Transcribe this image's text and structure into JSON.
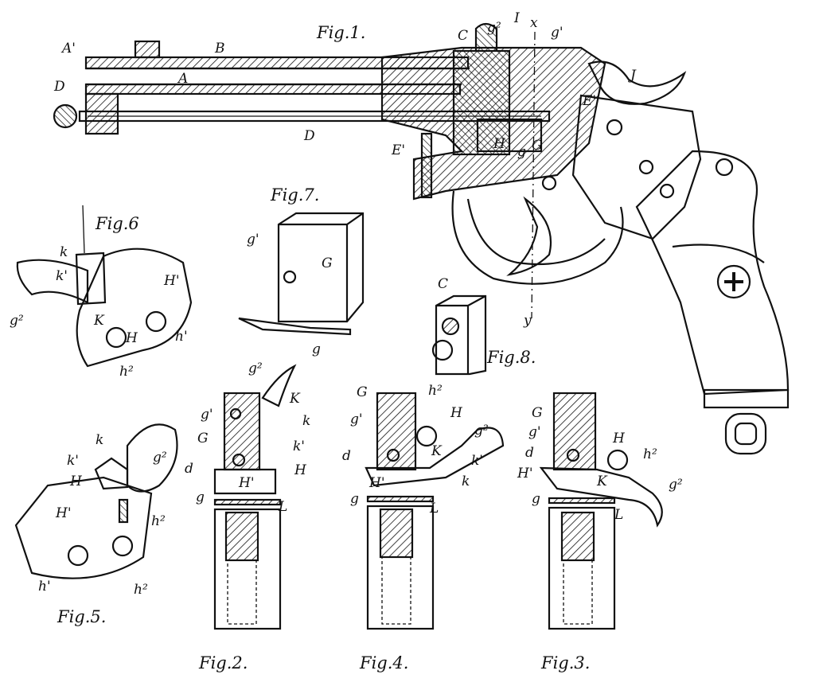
{
  "figures": {
    "fig1": "Fig.1.",
    "fig2": "Fig.2.",
    "fig3": "Fig.3.",
    "fig4": "Fig.4.",
    "fig5": "Fig.5.",
    "fig6": "Fig.6",
    "fig7": "Fig.7.",
    "fig8": "Fig.8."
  },
  "labels": {
    "A_prime": "A'",
    "B": "B",
    "A": "A",
    "D": "D",
    "D2": "D",
    "C": "C",
    "g2": "g²",
    "I": "I",
    "x": "x",
    "g_prime": "g'",
    "J": "J",
    "E_prime": "E'",
    "E": "E'",
    "H": "H",
    "g": "g",
    "G": "G",
    "y": "y",
    "f6_k": "k",
    "f6_k_prime": "k'",
    "f6_g2": "g²",
    "f6_K": "K",
    "f6_H": "H",
    "f6_H_prime": "H'",
    "f6_h_prime": "h'",
    "f6_h2": "h²",
    "f7_g_prime": "g'",
    "f7_G": "G",
    "f7_g": "g",
    "f8_C": "C",
    "f2_g2": "g²",
    "f2_K": "K",
    "f2_g_prime": "g'",
    "f2_k": "k",
    "f2_G": "G",
    "f2_k_prime": "k'",
    "f2_d": "d",
    "f2_H": "H",
    "f2_H_prime": "H'",
    "f2_g": "g",
    "f2_L": "L",
    "f4_G": "G",
    "f4_h2": "h²",
    "f4_H": "H",
    "f4_g_prime": "g'",
    "f4_g2": "g²",
    "f4_d": "d",
    "f4_K": "K",
    "f4_k_prime": "k'",
    "f4_H_prime": "H'",
    "f4_k": "k",
    "f4_g": "g",
    "f4_L": "L",
    "f3_G": "G",
    "f3_g_prime": "g'",
    "f3_H": "H",
    "f3_d": "d",
    "f3_h2": "h²",
    "f3_H_prime": "H'",
    "f3_K": "K",
    "f3_g2": "g²",
    "f3_g": "g",
    "f3_L": "L",
    "f5_k": "k",
    "f5_k_prime": "k'",
    "f5_g2": "g²",
    "f5_H": "H",
    "f5_H_prime": "H'",
    "f5_h2": "h²",
    "f5_h_prime": "h'",
    "f5_h2b": "h²"
  },
  "colors": {
    "ink": "#111111",
    "paper": "#ffffff"
  }
}
